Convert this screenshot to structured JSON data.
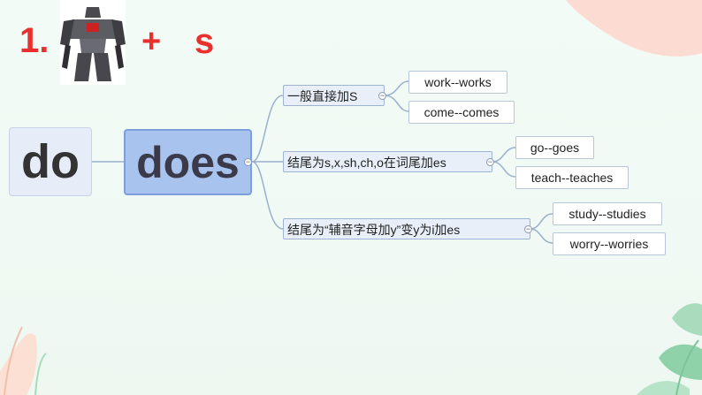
{
  "title": {
    "number": "1.",
    "plus": "+",
    "suffix": "s"
  },
  "mindmap": {
    "root_left": "do",
    "root_main": "does",
    "branches": [
      {
        "rule": "一般直接加S",
        "examples": [
          "work--works",
          "come--comes"
        ]
      },
      {
        "rule": "结尾为s,x,sh,ch,o在词尾加es",
        "examples": [
          "go--goes",
          "teach--teaches"
        ]
      },
      {
        "rule": "结尾为“辅音字母加y”变y为i加es",
        "examples": [
          "study--studies",
          "worry--worries"
        ]
      }
    ]
  },
  "icons": {
    "robot": "robot-image",
    "collapse": "collapse-toggle-icon",
    "leaf": "palm-leaf-decoration"
  },
  "colors": {
    "accent_red": "#e8312e",
    "node_blue": "#a9c3ef",
    "line": "#9bb0cf",
    "deco_pink": "#fbd9d0",
    "deco_green": "#bfe8cf"
  }
}
